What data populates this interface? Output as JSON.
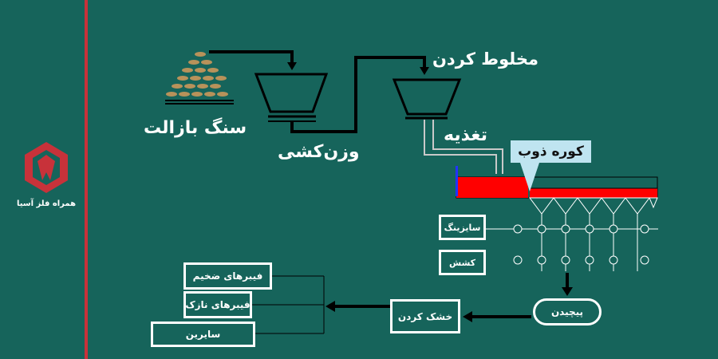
{
  "brand": {
    "name": "همراه فلز آسیا",
    "accent": "#c8323a"
  },
  "colors": {
    "background": "#16645b",
    "line": "#000000",
    "furnace": "#ff0000",
    "callout": "#bfe4f0",
    "white": "#ffffff",
    "stone": "#b8925a"
  },
  "labels": {
    "basalt": "سنگ بازالت",
    "weighing": "وزن‌کشی",
    "mixing": "مخلوط کردن",
    "feeding": "تغذیه",
    "furnace": "کوره ذوب"
  },
  "boxes": {
    "sizing": "سایزینگ",
    "drawing": "کشش",
    "winding": "پیچیدن",
    "drying": "خشک کردن",
    "thick_fibers": "فیبرهای ضخیم",
    "thin_fibers": "فیبرهای نازک",
    "other": "سایرین"
  }
}
